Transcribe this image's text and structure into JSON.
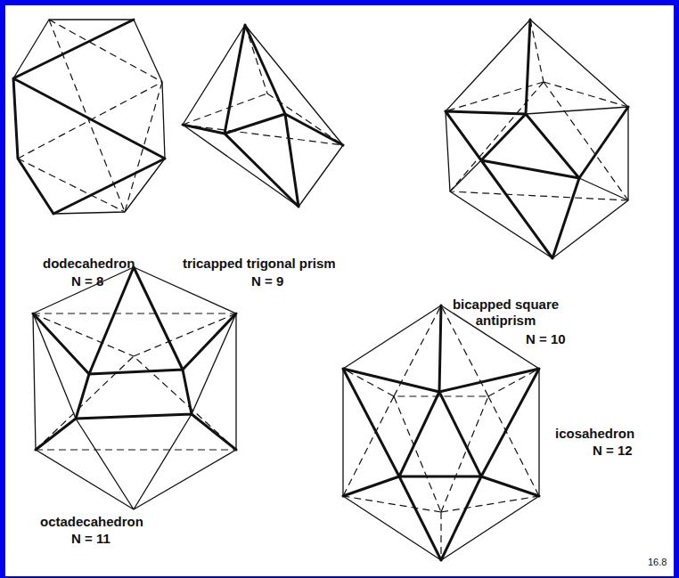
{
  "diagram": {
    "labels": [
      "dodecahedron",
      "N = 8",
      "tricapped trigonal prism",
      "N = 9",
      "bicapped square antiprism",
      "N = 10",
      "octadecahedron",
      "N = 11",
      "icosahedron",
      "N = 12",
      "16.8"
    ]
  }
}
